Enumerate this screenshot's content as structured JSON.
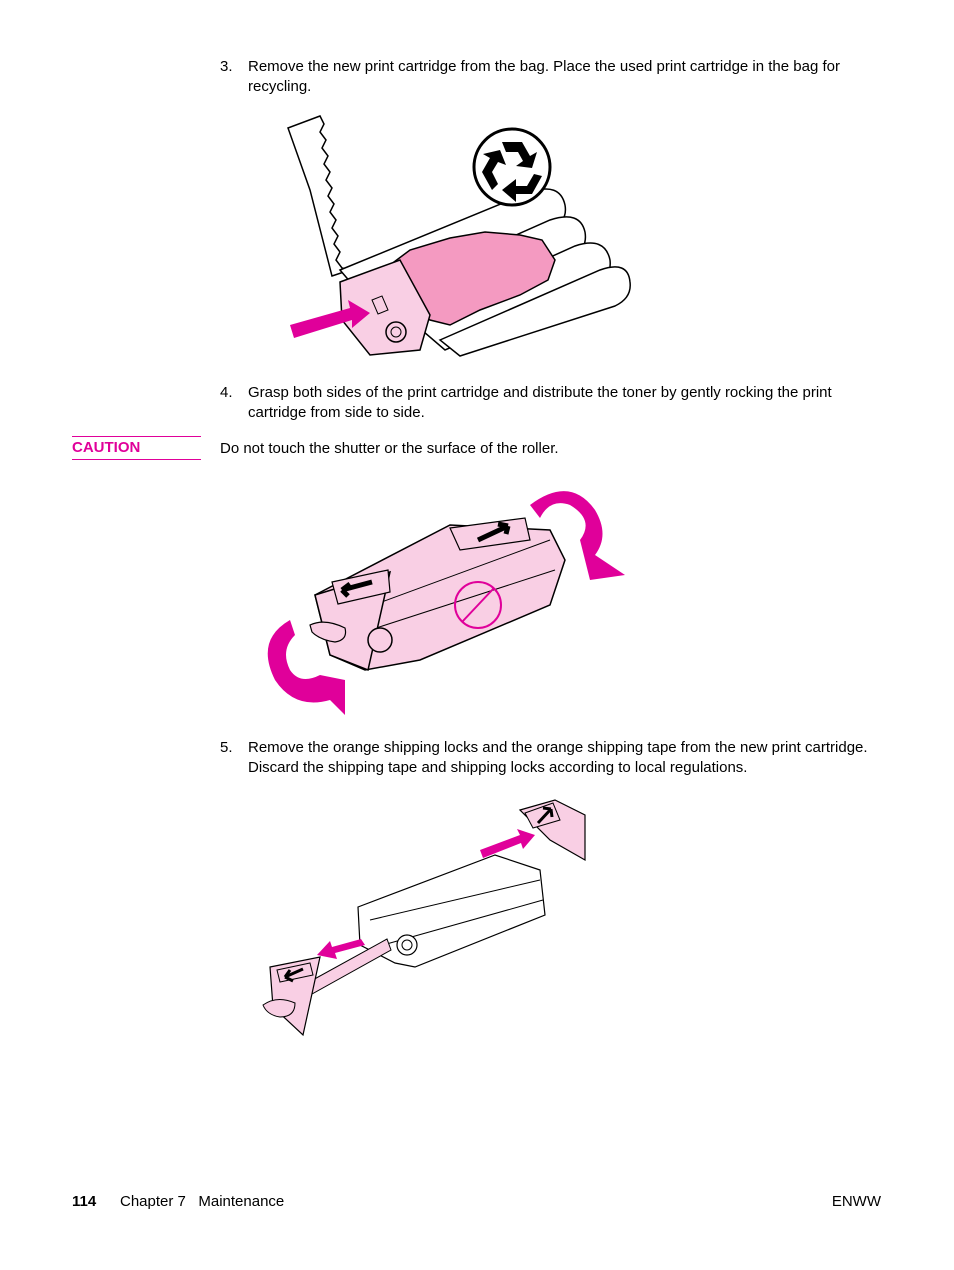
{
  "steps": [
    {
      "number": "3.",
      "text": "Remove the new print cartridge from the bag. Place the used print cartridge in the bag for recycling."
    },
    {
      "number": "4.",
      "text": "Grasp both sides of the print cartridge and distribute the toner by gently rocking the print cartridge from side to side."
    },
    {
      "number": "5.",
      "text": "Remove the orange shipping locks and the orange shipping tape from the new print cartridge. Discard the shipping tape and shipping locks according to local regulations."
    }
  ],
  "caution": {
    "label": "CAUTION",
    "text": "Do not touch the shutter or the surface of the roller."
  },
  "footer": {
    "page_number": "114",
    "chapter": "Chapter 7   Maintenance",
    "right_label": "ENWW"
  },
  "colors": {
    "accent": "#e0009a",
    "cartridge_pink": "#f9cfe4",
    "bag_pink": "#f49ac1"
  }
}
